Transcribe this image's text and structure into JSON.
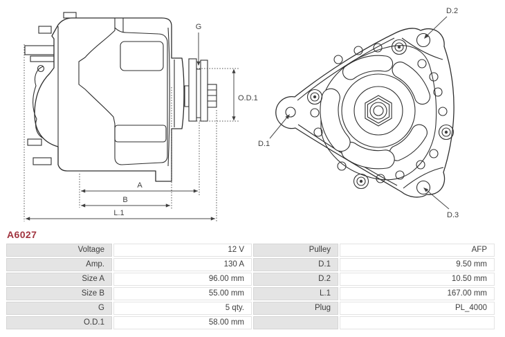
{
  "part": {
    "number": "A6027",
    "number_color": "#a1343f"
  },
  "diagrams": {
    "line_color": "#2e2e2e",
    "dimension_color": "#4a4a4a",
    "side_view": {
      "labels": {
        "g": "G",
        "od1": "O.D.1",
        "a": "A",
        "b": "B",
        "l1": "L.1"
      }
    },
    "front_view": {
      "labels": {
        "d1": "D.1",
        "d2": "D.2",
        "d3": "D.3"
      }
    }
  },
  "spec_table": {
    "label_bg": "#e4e4e4",
    "value_bg": "#ffffff",
    "rows": [
      {
        "label_left": "Voltage",
        "value_left": "12 V",
        "label_right": "Pulley",
        "value_right": "AFP"
      },
      {
        "label_left": "Amp.",
        "value_left": "130 A",
        "label_right": "D.1",
        "value_right": "9.50 mm"
      },
      {
        "label_left": "Size A",
        "value_left": "96.00 mm",
        "label_right": "D.2",
        "value_right": "10.50 mm"
      },
      {
        "label_left": "Size B",
        "value_left": "55.00 mm",
        "label_right": "L.1",
        "value_right": "167.00 mm"
      },
      {
        "label_left": "G",
        "value_left": "5 qty.",
        "label_right": "Plug",
        "value_right": "PL_4000"
      },
      {
        "label_left": "O.D.1",
        "value_left": "58.00 mm",
        "label_right": "",
        "value_right": ""
      }
    ]
  }
}
